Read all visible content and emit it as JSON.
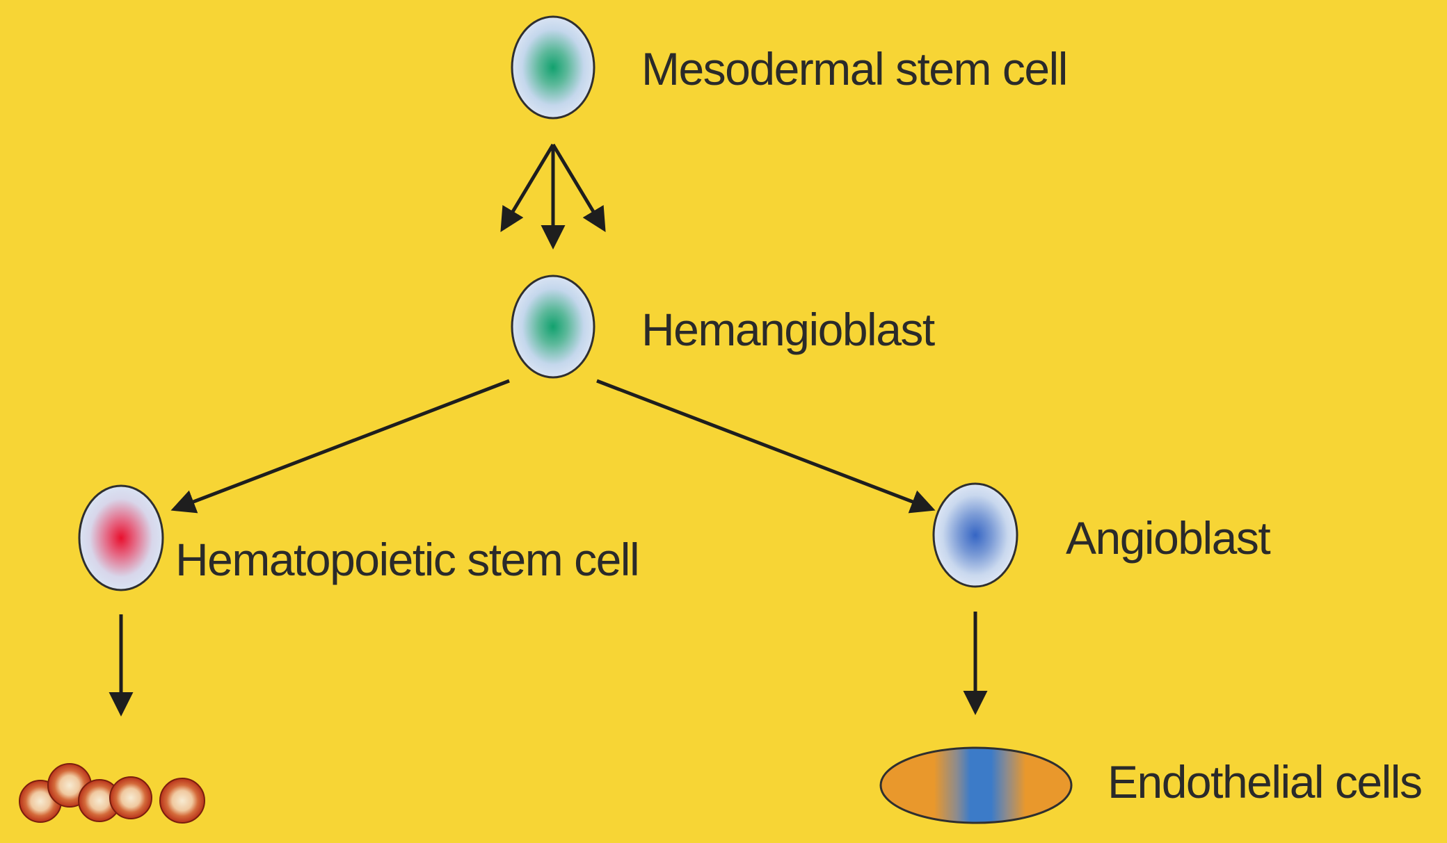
{
  "colors": {
    "background": "#F7D535",
    "cell_membrane": "#D8E2F2",
    "cell_outline": "#2F2F2F",
    "nucleus_green": "#1FA77A",
    "nucleus_red": "#E8203A",
    "nucleus_blue": "#4A74C9",
    "blood_cell_fill": "#C03A1A",
    "blood_cell_center": "#F4E3C8",
    "endothelial_body": "#E99A2E",
    "endothelial_nucleus": "#3C7BC8",
    "arrow": "#1E1E1E",
    "text": "#2A2A2A"
  },
  "nodes": {
    "mesodermal": {
      "label": "Mesodermal stem cell"
    },
    "hemangioblast": {
      "label": "Hemangioblast"
    },
    "hematopoietic": {
      "label": "Hematopoietic stem cell"
    },
    "angioblast": {
      "label": "Angioblast"
    },
    "endothelial": {
      "label": "Endothelial cells"
    }
  },
  "blood_cells_count": 5
}
